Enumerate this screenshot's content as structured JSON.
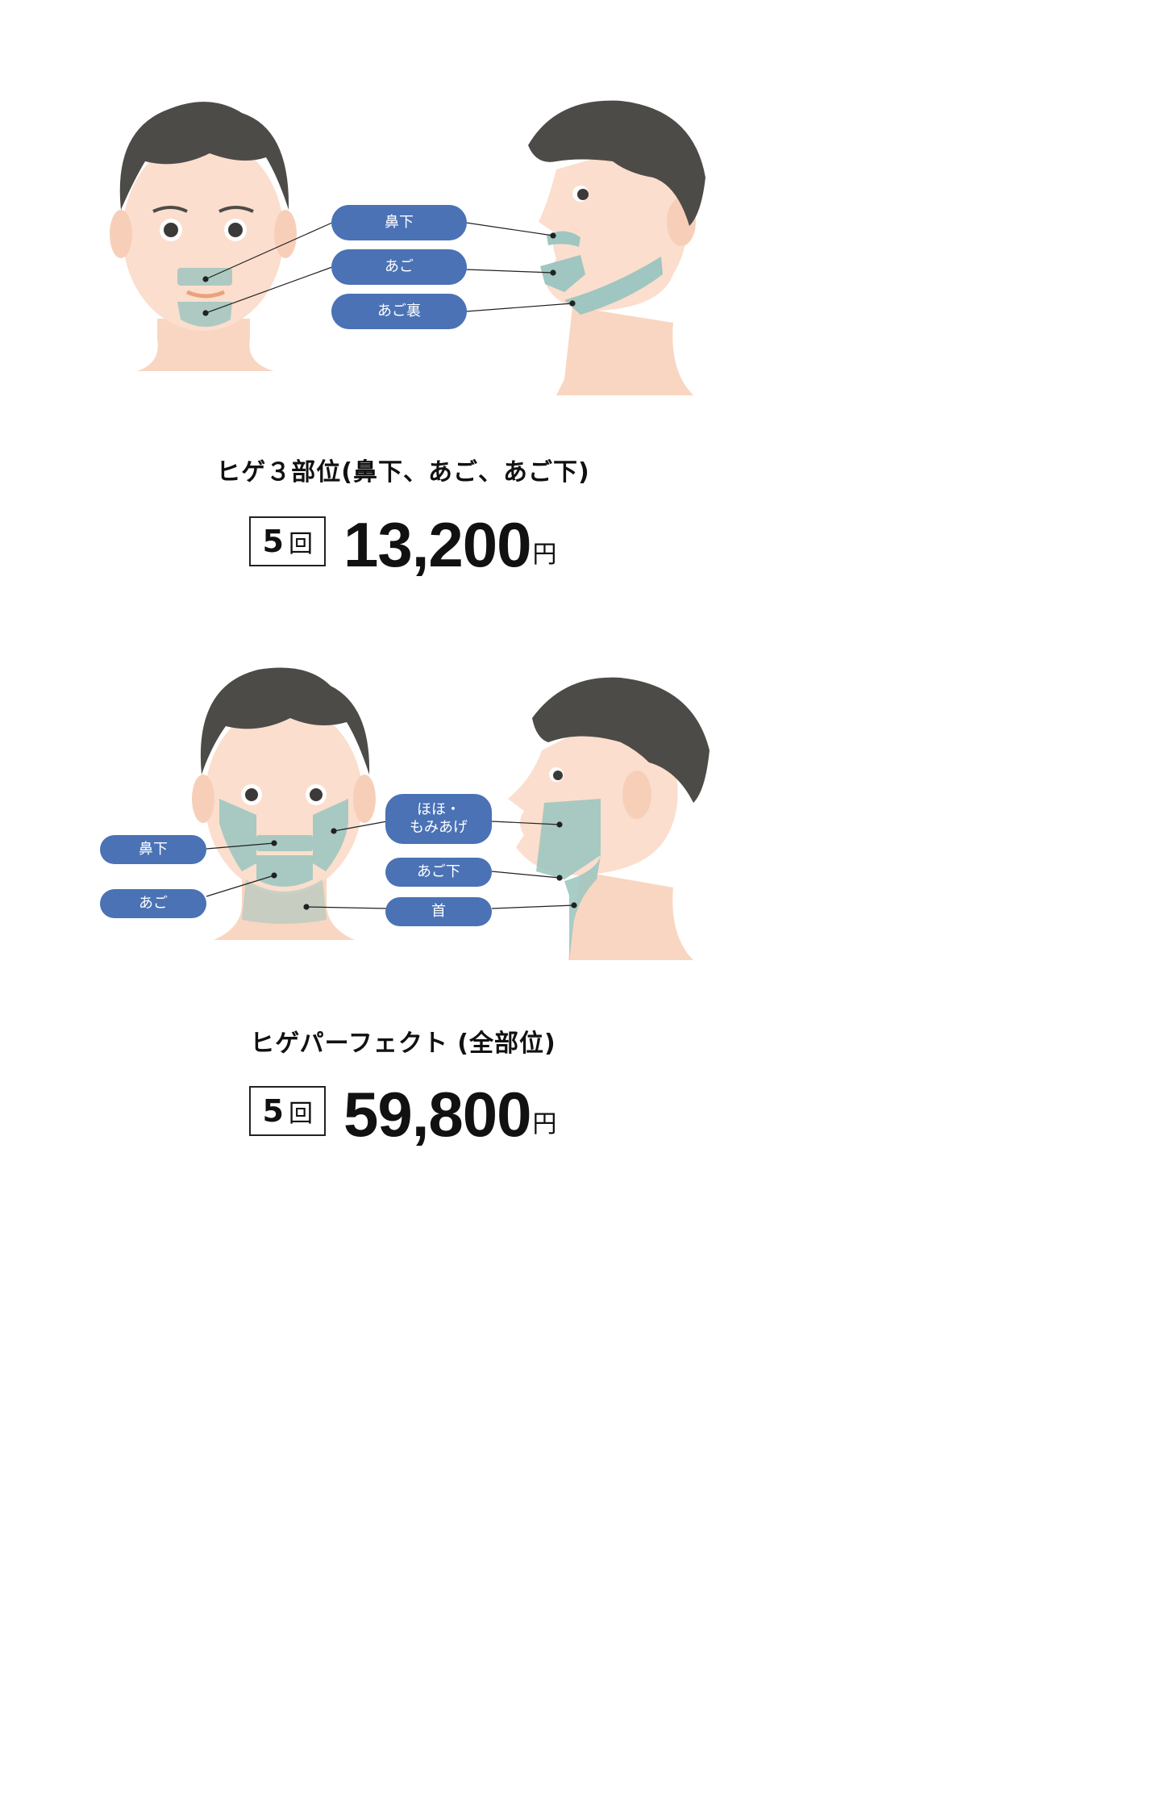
{
  "plans": [
    {
      "labels": [
        "鼻下",
        "あご",
        "あご裏"
      ],
      "title": "ヒゲ３部位(鼻下、あご、あご下)",
      "count_number": "5",
      "count_unit": "回",
      "price": "13,200",
      "currency": "円"
    },
    {
      "labels": [
        "鼻下",
        "あご",
        "ほほ・\nもみあげ",
        "あご下",
        "首"
      ],
      "title": "ヒゲパーフェクト (全部位)",
      "count_number": "5",
      "count_unit": "回",
      "price": "59,800",
      "currency": "円"
    }
  ],
  "colors": {
    "pill": "#4a72b5",
    "hair": "#4d4b48",
    "skin": "#f9dccb",
    "shaded_area": "#9fc6c0"
  }
}
